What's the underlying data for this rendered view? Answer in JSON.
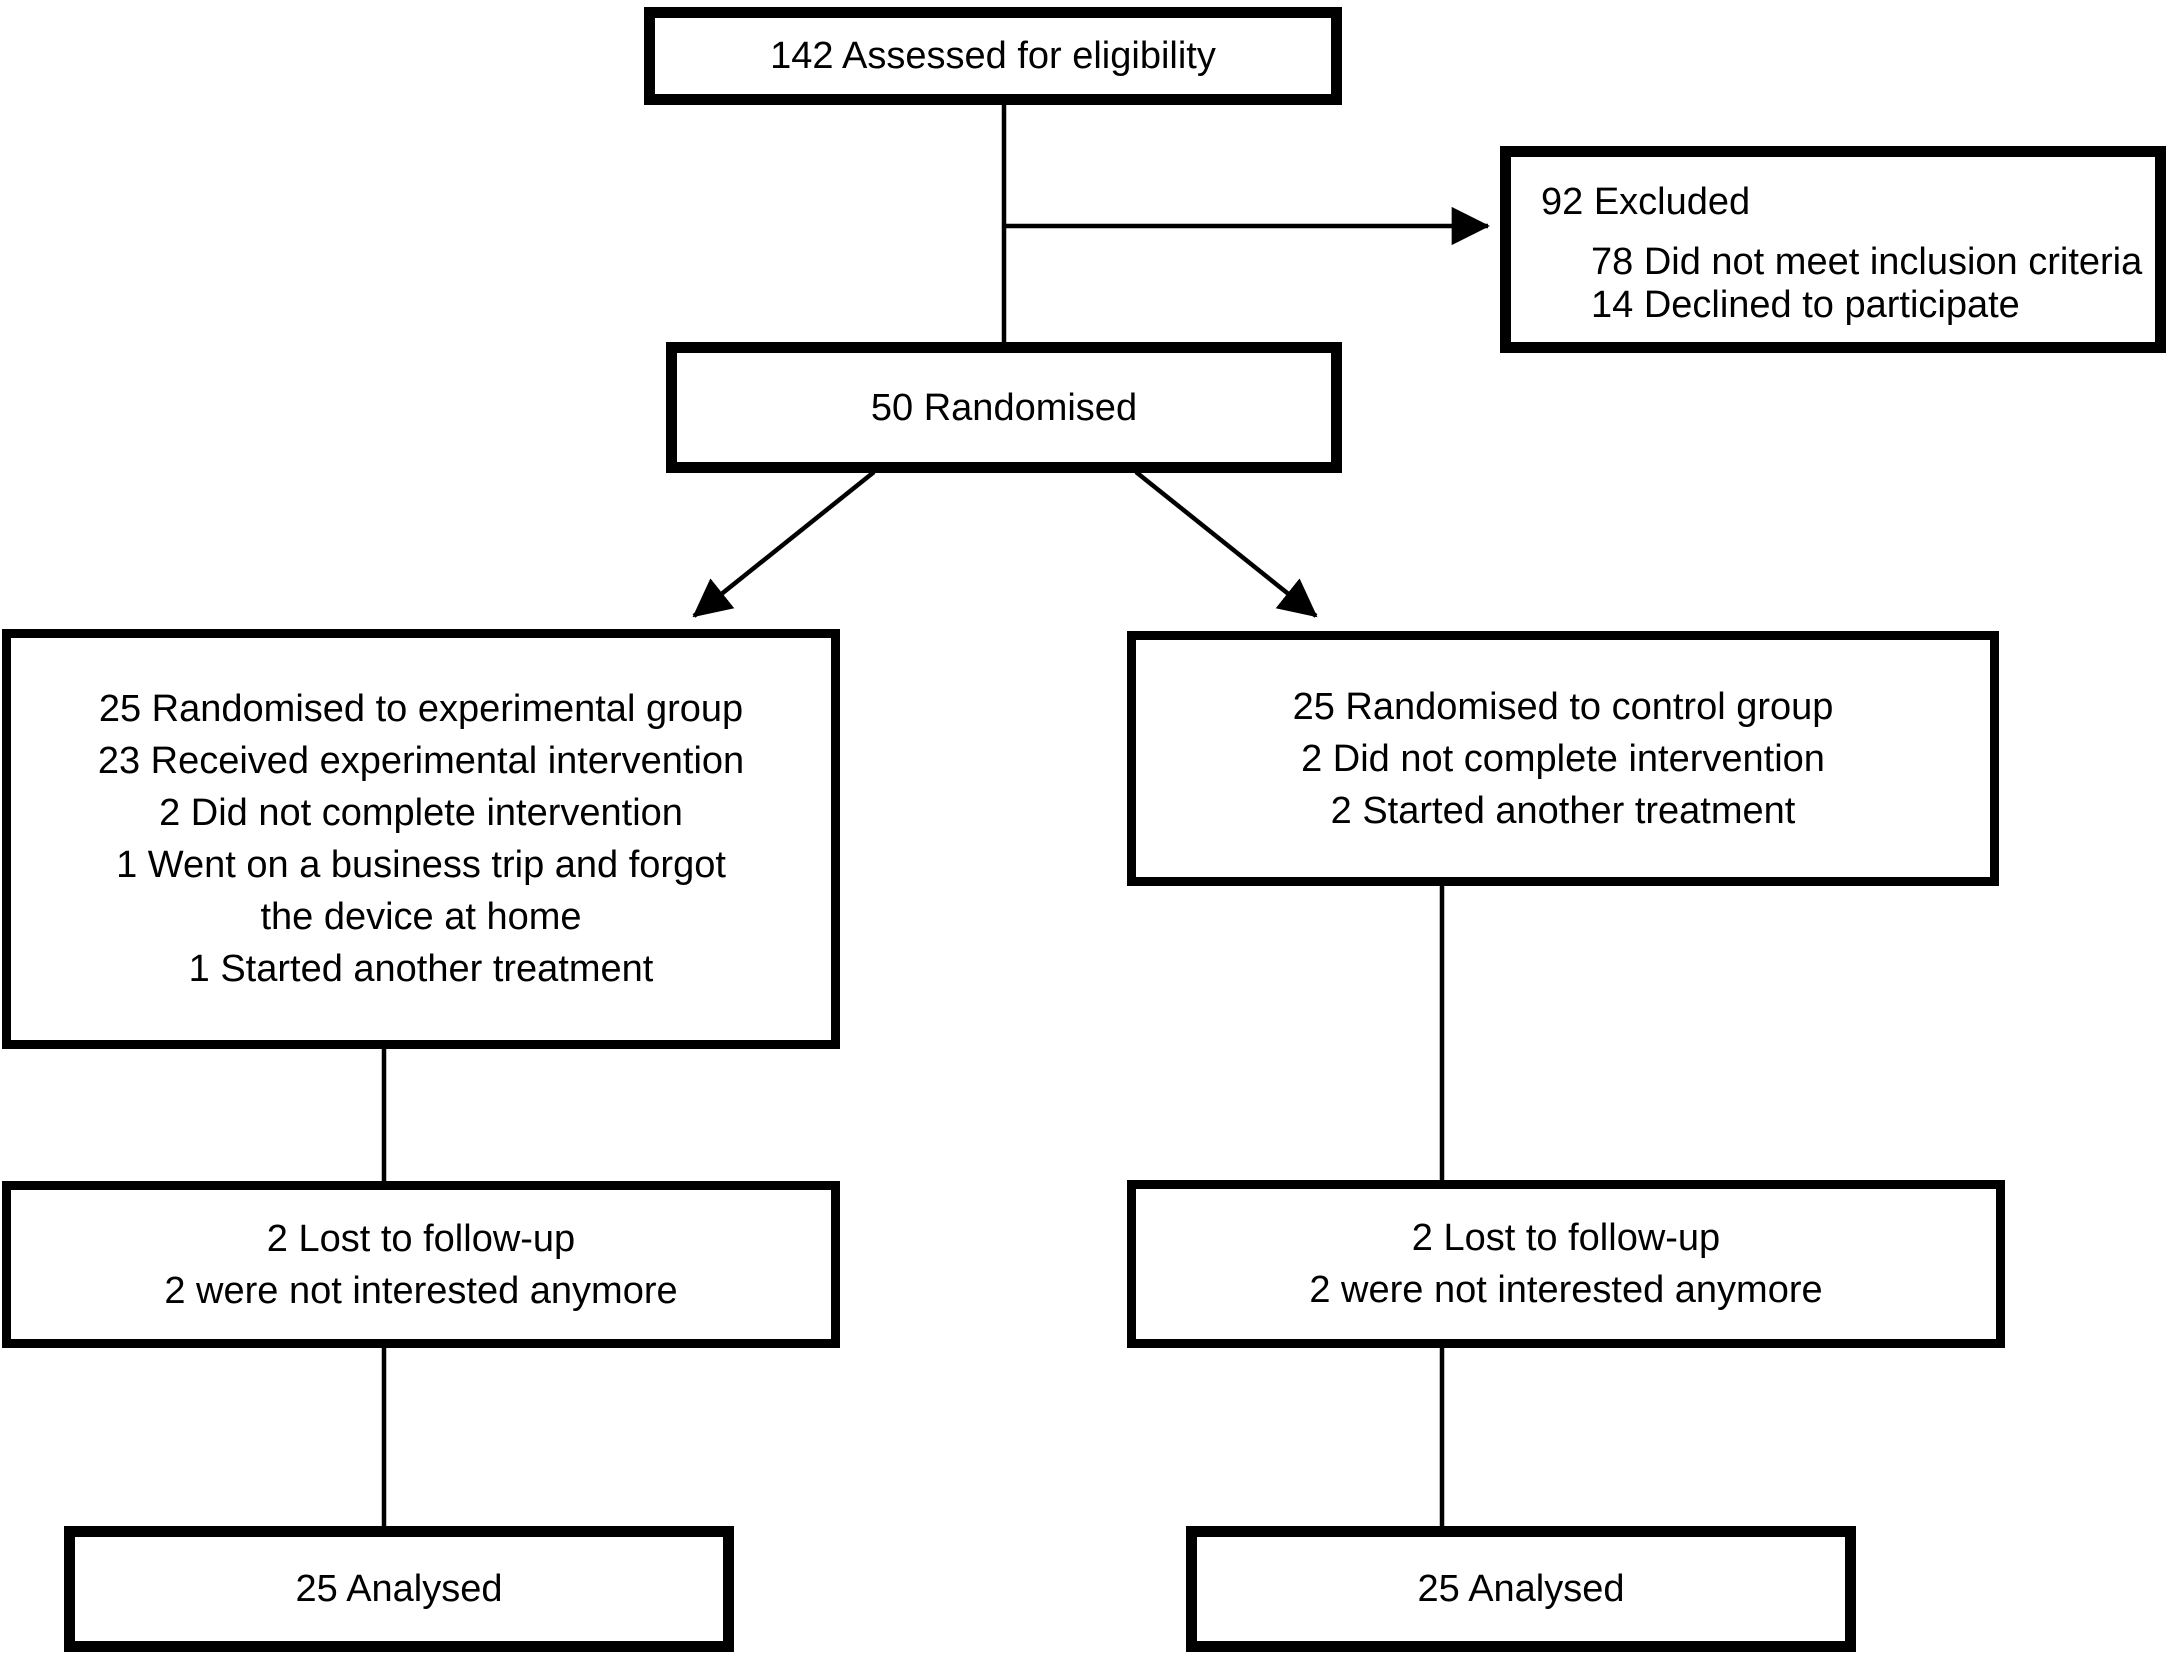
{
  "diagram_type": "consort-flow",
  "colors": {
    "background": "#ffffff",
    "box_border": "#000000",
    "text": "#000000",
    "connector": "#000000"
  },
  "boxes": {
    "assessed": {
      "label": "142 Assessed for eligibility"
    },
    "excluded": {
      "heading": "92 Excluded",
      "items": [
        "78 Did not meet inclusion criteria",
        "14 Declined to participate"
      ]
    },
    "randomised": {
      "label": "50 Randomised"
    },
    "experimental": {
      "lines": [
        "25 Randomised to experimental group",
        "23 Received experimental intervention",
        "2 Did not complete intervention",
        "1 Went on a business trip and forgot",
        "the device at home",
        "1 Started another treatment"
      ]
    },
    "control": {
      "lines": [
        "25 Randomised to control group",
        "2 Did not complete intervention",
        "2 Started another treatment"
      ]
    },
    "lost_experimental": {
      "lines": [
        "2 Lost to follow-up",
        "2 were not interested anymore"
      ]
    },
    "lost_control": {
      "lines": [
        "2 Lost to follow-up",
        "2 were not interested anymore"
      ]
    },
    "analysed_experimental": {
      "label": "25 Analysed"
    },
    "analysed_control": {
      "label": "25 Analysed"
    }
  },
  "edges": [
    {
      "from": "assessed",
      "to": "randomised",
      "arrow": false
    },
    {
      "from": "assessed",
      "to": "excluded",
      "arrow": true
    },
    {
      "from": "randomised",
      "to": "experimental",
      "arrow": true
    },
    {
      "from": "randomised",
      "to": "control",
      "arrow": true
    },
    {
      "from": "experimental",
      "to": "lost_experimental",
      "arrow": false
    },
    {
      "from": "control",
      "to": "lost_control",
      "arrow": false
    },
    {
      "from": "lost_experimental",
      "to": "analysed_experimental",
      "arrow": false
    },
    {
      "from": "lost_control",
      "to": "analysed_control",
      "arrow": false
    }
  ]
}
